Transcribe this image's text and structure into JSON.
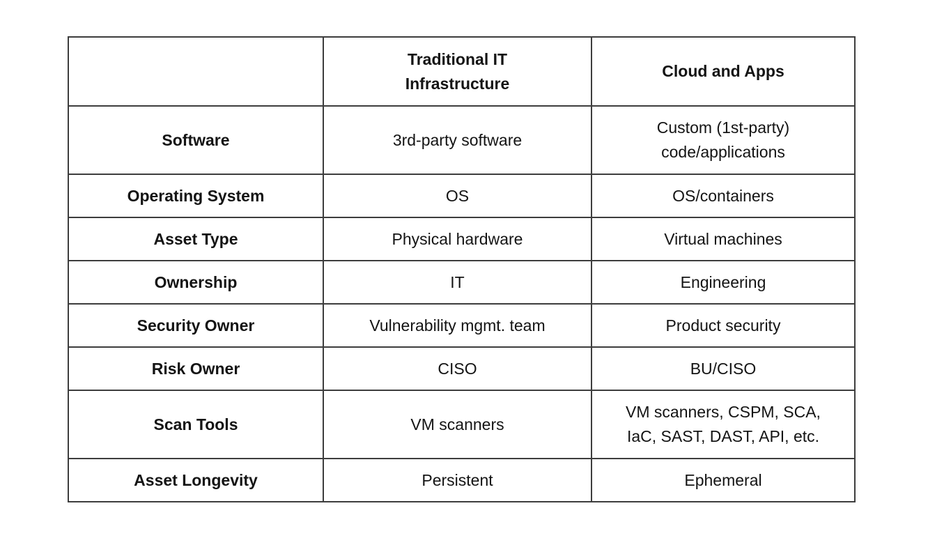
{
  "table": {
    "columns": [
      "",
      "Traditional IT\nInfrastructure",
      "Cloud and Apps"
    ],
    "rows": [
      {
        "label": "Software",
        "traditional": "3rd-party software",
        "cloud": "Custom (1st-party)\ncode/applications"
      },
      {
        "label": "Operating System",
        "traditional": "OS",
        "cloud": "OS/containers"
      },
      {
        "label": "Asset Type",
        "traditional": "Physical hardware",
        "cloud": "Virtual machines"
      },
      {
        "label": "Ownership",
        "traditional": "IT",
        "cloud": "Engineering"
      },
      {
        "label": "Security Owner",
        "traditional": "Vulnerability mgmt. team",
        "cloud": "Product security"
      },
      {
        "label": "Risk Owner",
        "traditional": "CISO",
        "cloud": "BU/CISO"
      },
      {
        "label": "Scan Tools",
        "traditional": "VM scanners",
        "cloud": "VM scanners, CSPM, SCA,\nIaC, SAST, DAST, API, etc."
      },
      {
        "label": "Asset Longevity",
        "traditional": "Persistent",
        "cloud": "Ephemeral"
      }
    ],
    "colors": {
      "text": "#141414",
      "border": "#3d3d3d",
      "background": "#ffffff"
    }
  },
  "chart_data": {
    "type": "table",
    "title": "",
    "columns": [
      "",
      "Traditional IT Infrastructure",
      "Cloud and Apps"
    ],
    "cells": [
      [
        "Software",
        "3rd-party software",
        "Custom (1st-party) code/applications"
      ],
      [
        "Operating System",
        "OS",
        "OS/containers"
      ],
      [
        "Asset Type",
        "Physical hardware",
        "Virtual machines"
      ],
      [
        "Ownership",
        "IT",
        "Engineering"
      ],
      [
        "Security Owner",
        "Vulnerability mgmt. team",
        "Product security"
      ],
      [
        "Risk Owner",
        "CISO",
        "BU/CISO"
      ],
      [
        "Scan Tools",
        "VM scanners",
        "VM scanners, CSPM, SCA, IaC, SAST, DAST, API, etc."
      ],
      [
        "Asset Longevity",
        "Persistent",
        "Ephemeral"
      ]
    ]
  }
}
